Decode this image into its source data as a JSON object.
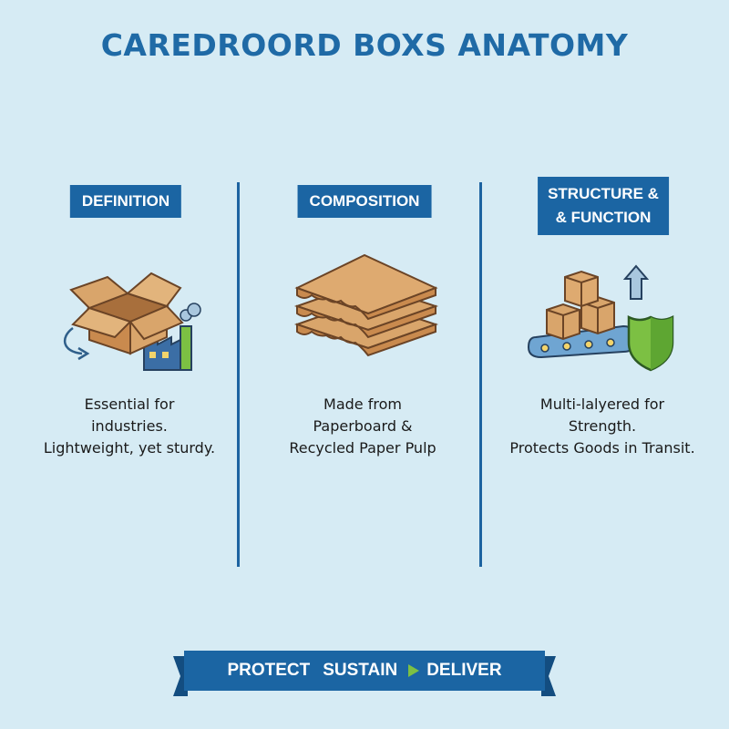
{
  "title": "CAREDROORD BOXS ANATOMY",
  "columns": [
    {
      "header_lines": [
        "DEFINITION"
      ],
      "icon": "open-box-factory-icon",
      "description": [
        "Essential for",
        "industries.",
        "Lightweight, yet sturdy."
      ]
    },
    {
      "header_lines": [
        "COMPOSITION"
      ],
      "icon": "corrugated-layers-icon",
      "description": [
        "Made from",
        "Paperboard &",
        "Recycled Paper Pulp"
      ]
    },
    {
      "header_lines": [
        "STRUCTURE &",
        "& FUNCTION"
      ],
      "icon": "conveyor-shield-icon",
      "description": [
        "Multi-lalyered for",
        "Strength.",
        "Protects Goods in Transit."
      ]
    }
  ],
  "banner": {
    "words": [
      "PROTECT",
      "SUSTAIN",
      "DELIVER"
    ]
  },
  "colors": {
    "background": "#d6ebf4",
    "accent": "#1b65a3",
    "cardboard": "#d9a56b",
    "green": "#7cc043"
  }
}
